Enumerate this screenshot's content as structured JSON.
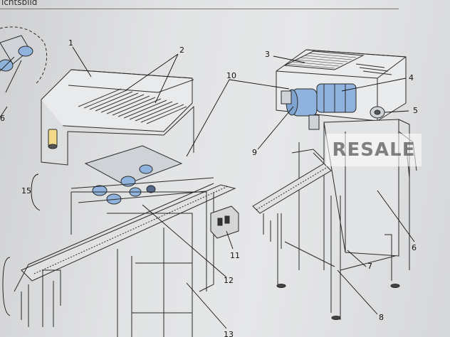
{
  "header": {
    "title": "ichtsbild"
  },
  "watermark": {
    "text": "RESALE"
  },
  "callouts": {
    "c1": "1",
    "c2": "2",
    "c3": "3",
    "c4": "4",
    "c5": "5",
    "c6": "6",
    "c7": "7",
    "c8": "8",
    "c9": "9",
    "c10": "10",
    "c11": "11",
    "c12": "12",
    "c13": "13",
    "c15": "15",
    "c6left": "6"
  },
  "colors": {
    "blue_part": "#8fb3dc",
    "line": "#2a2a2a",
    "paper": "#e4e5e6"
  }
}
